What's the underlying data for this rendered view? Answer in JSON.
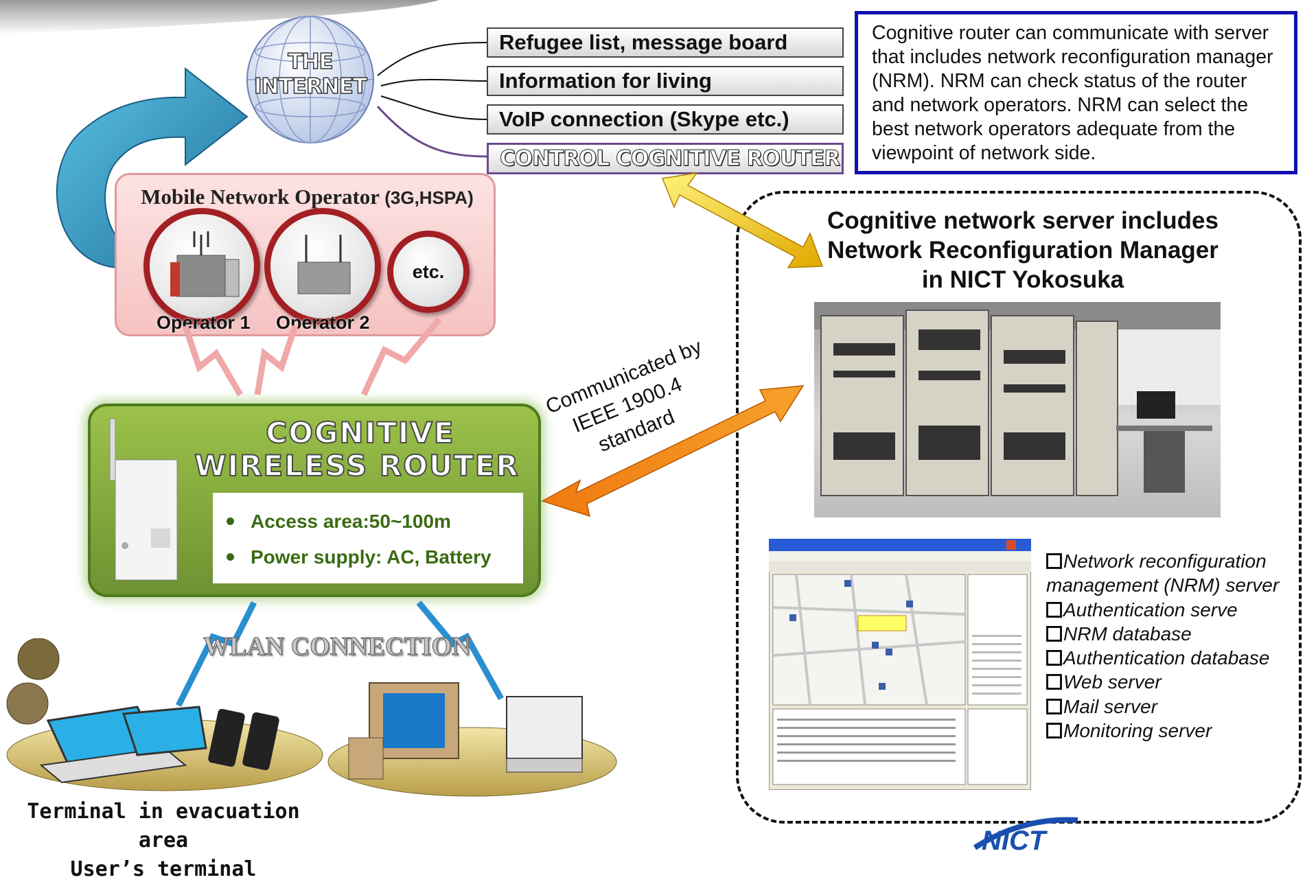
{
  "internet": {
    "line1": "THE",
    "line2": "INTERNET"
  },
  "services": [
    {
      "label": "Refugee list, message board"
    },
    {
      "label": "Information for living"
    },
    {
      "label": "VoIP connection (Skype etc.)"
    },
    {
      "label": "CONTROL COGNITIVE ROUTER"
    }
  ],
  "info_note": "Cognitive router can communicate with server that includes network reconfiguration manager (NRM).  NRM can check status of the router and network operators. NRM can select the best network operators adequate from the viewpoint of network side.",
  "mno": {
    "title": "Mobile Network Operator",
    "subtitle": "(3G,HSPA)",
    "operators": [
      "Operator 1",
      "Operator 2"
    ],
    "etc": "etc."
  },
  "router": {
    "title_line1": "COGNITIVE",
    "title_line2": "WIRELESS ROUTER",
    "specs": [
      "Access area:50~100m",
      "Power supply: AC, Battery"
    ]
  },
  "communication_note": [
    "Communicated by",
    "IEEE 1900.4",
    "standard"
  ],
  "server": {
    "title": [
      "Cognitive network server includes",
      "Network Reconfiguration Manager",
      "in NICT Yokosuka"
    ],
    "components": [
      "Network reconfiguration management (NRM) server",
      "Authentication serve",
      "NRM database",
      "Authentication database",
      "Web server",
      "Mail server",
      "Monitoring server"
    ]
  },
  "wlan_label": "WLAN CONNECTION",
  "terminal_label": [
    "Terminal in evacuation area",
    "User’s terminal"
  ],
  "colors": {
    "router_green": "#7ea63a",
    "mno_pink": "#f8cfcf",
    "operator_ring": "#a21f24",
    "note_border": "#1010b0",
    "link_yellow": "#f5c400",
    "link_orange": "#f07a10",
    "internet_arrow": "#2a8fb5",
    "wireless_pink": "#f0a0a0",
    "wireless_blue": "#2a8fd0"
  }
}
